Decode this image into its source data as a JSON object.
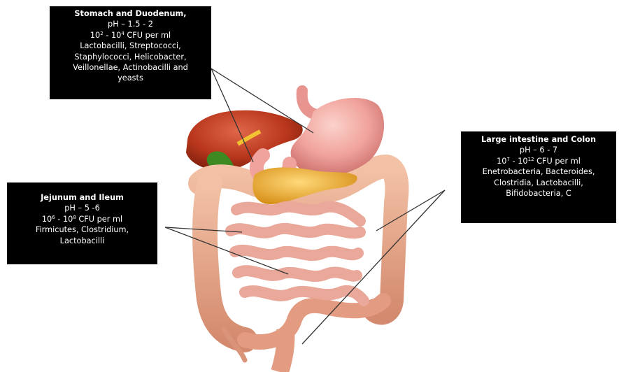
{
  "labels": {
    "stomach": {
      "title": "Stomach and Duodenum,",
      "ph": "pH – 1.5 - 2",
      "cfu": {
        "base1": "10",
        "exp1": "2",
        "sep": " - 10",
        "exp2": "4",
        "unit": " CFU per ml"
      },
      "organisms": [
        "Lactobacilli, Streptococci,",
        "Staphylococci, Helicobacter,",
        "Veillonellae, Actinobacilli and",
        "yeasts"
      ]
    },
    "jejunum": {
      "title": "Jejunum and Ileum",
      "ph": "pH – 5 -6",
      "cfu": {
        "base1": "10",
        "exp1": "6",
        "sep": " - 10",
        "exp2": "8",
        "unit": " CFU per ml"
      },
      "organisms": [
        "Firmicutes, Clostridium,",
        "Lactobacilli"
      ]
    },
    "large": {
      "title": "Large intestine and Colon",
      "ph": "pH – 6 - 7",
      "cfu": {
        "base1": "10",
        "exp1": "7",
        "sep": " - 10",
        "exp2": "12",
        "unit": " CFU per ml"
      },
      "organisms": [
        "Enetrobacteria,  Bacteroides,",
        "Clostridia, Lactobacilli,",
        "Bifidobacteria, C"
      ]
    }
  },
  "colors": {
    "box_bg": "#000000",
    "box_text": "#ffffff",
    "liver": "#b8361c",
    "stomach": "#f0a39c",
    "pancreas": "#f2b12a",
    "gallbladder": "#3d8a23",
    "intestine": "#e8a68a",
    "leader_line": "#333333"
  }
}
